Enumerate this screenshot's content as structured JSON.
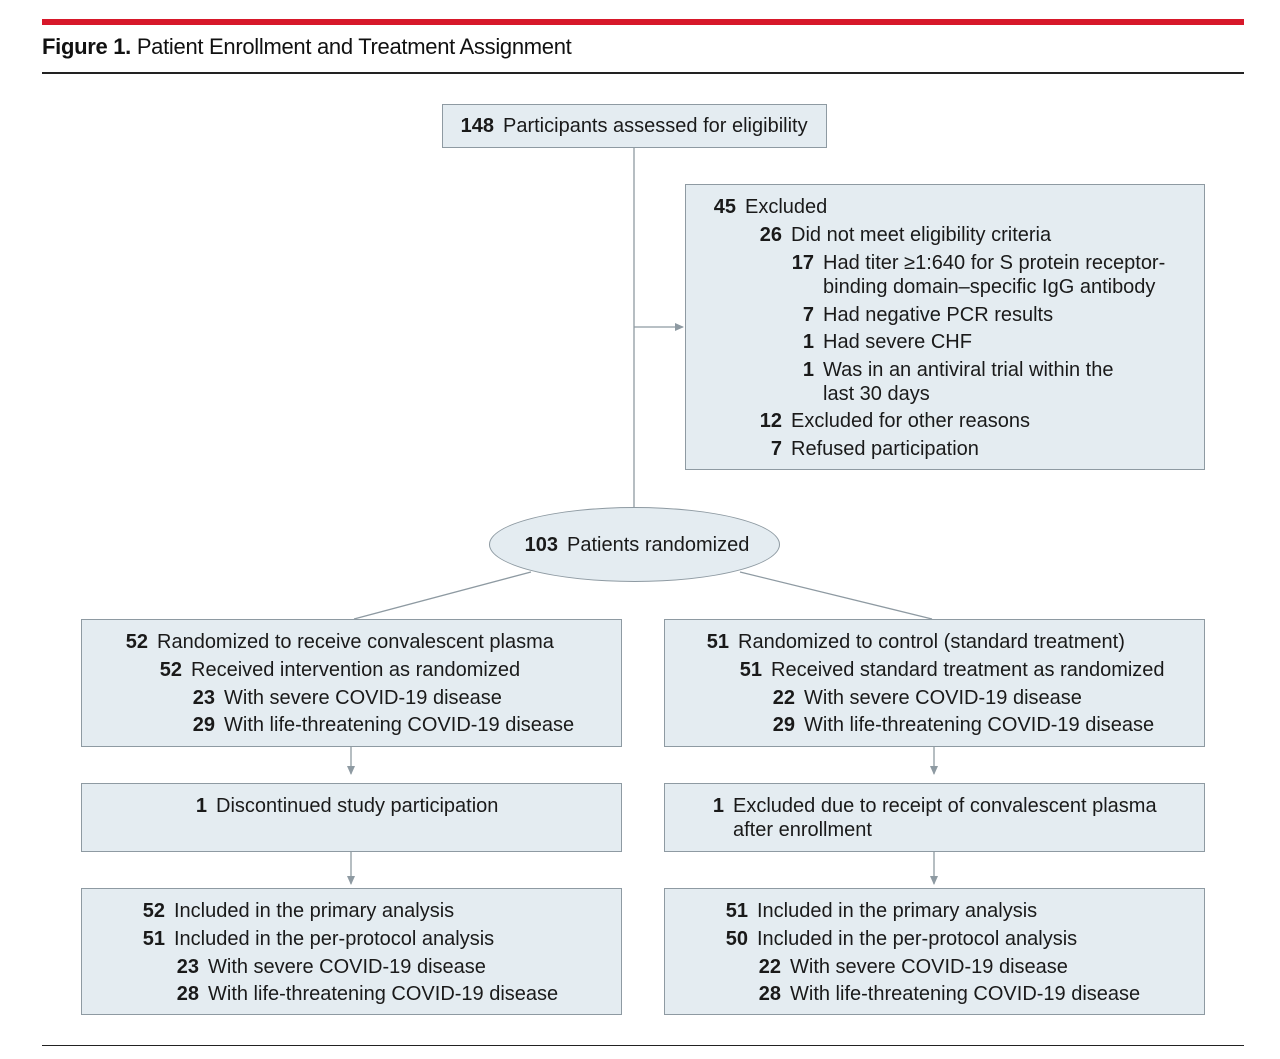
{
  "figure": {
    "label": "Figure 1.",
    "title": "Patient Enrollment and Treatment Assignment"
  },
  "assessed": {
    "count": "148",
    "text": "Participants assessed for eligibility"
  },
  "excluded": {
    "count": "45",
    "text": "Excluded",
    "items": [
      {
        "count": "26",
        "text": "Did not meet eligibility criteria"
      },
      {
        "count": "17",
        "text": "Had titer ≥1:640 for S protein receptor-",
        "text2": "binding domain–specific IgG antibody"
      },
      {
        "count": "7",
        "text": "Had negative PCR results"
      },
      {
        "count": "1",
        "text": "Had severe CHF"
      },
      {
        "count": "1",
        "text": "Was in an antiviral trial within the",
        "text2": "last 30 days"
      },
      {
        "count": "12",
        "text": "Excluded for other reasons"
      },
      {
        "count": "7",
        "text": "Refused participation"
      }
    ]
  },
  "randomized": {
    "count": "103",
    "text": "Patients randomized"
  },
  "left": {
    "alloc": [
      {
        "count": "52",
        "text": "Randomized to receive convalescent plasma"
      },
      {
        "count": "52",
        "text": "Received intervention as randomized"
      },
      {
        "count": "23",
        "text": "With severe COVID-19 disease"
      },
      {
        "count": "29",
        "text": "With life-threatening COVID-19 disease"
      }
    ],
    "followup": {
      "count": "1",
      "text": "Discontinued study participation"
    },
    "analysis": [
      {
        "count": "52",
        "text": "Included in the primary analysis"
      },
      {
        "count": "51",
        "text": "Included in the per-protocol analysis"
      },
      {
        "count": "23",
        "text": "With severe COVID-19 disease"
      },
      {
        "count": "28",
        "text": "With life-threatening COVID-19 disease"
      }
    ]
  },
  "right": {
    "alloc": [
      {
        "count": "51",
        "text": "Randomized to control (standard treatment)"
      },
      {
        "count": "51",
        "text": "Received standard treatment as randomized"
      },
      {
        "count": "22",
        "text": "With severe COVID-19 disease"
      },
      {
        "count": "29",
        "text": "With life-threatening COVID-19 disease"
      }
    ],
    "followup": {
      "count": "1",
      "text": "Excluded due to receipt of convalescent plasma",
      "text2": "after enrollment"
    },
    "analysis": [
      {
        "count": "51",
        "text": "Included in the primary analysis"
      },
      {
        "count": "50",
        "text": "Included in the per-protocol analysis"
      },
      {
        "count": "22",
        "text": "With severe COVID-19 disease"
      },
      {
        "count": "28",
        "text": "With life-threatening COVID-19 disease"
      }
    ]
  },
  "colors": {
    "accent_red": "#d7182a",
    "box_fill": "#e4ecf1",
    "box_border": "#8e9aa2",
    "connector": "#8e9aa2"
  }
}
